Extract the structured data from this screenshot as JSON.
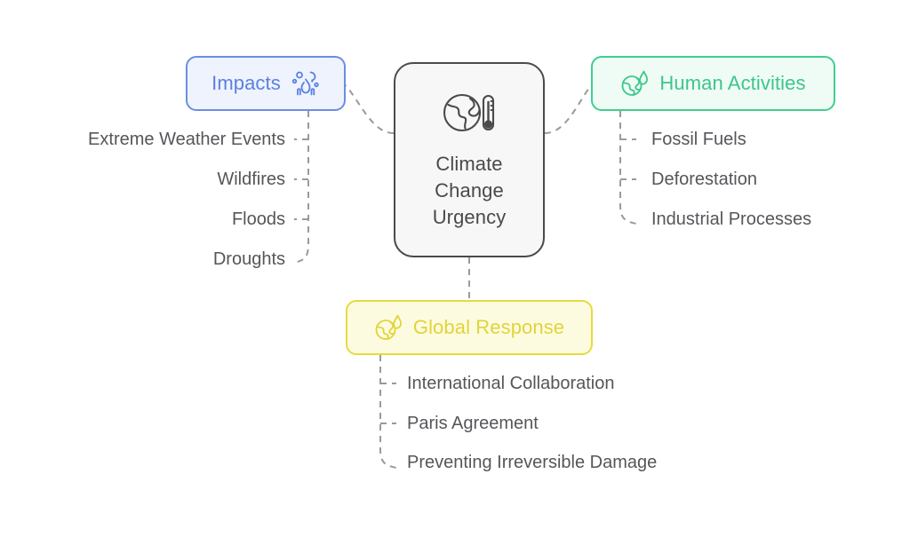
{
  "diagram": {
    "type": "mind-map",
    "background_color": "#ffffff",
    "center": {
      "id": "climate-change-urgency",
      "lines": [
        "Climate",
        "Change",
        "Urgency"
      ],
      "text": "Climate Change Urgency",
      "icon": "globe-thermometer-icon",
      "border_color": "#4a4a4a",
      "fill_color": "#f7f7f7",
      "text_color": "#4a4a4a"
    },
    "branches": [
      {
        "id": "impacts",
        "label": "Impacts",
        "icon": "fire-droplets-icon",
        "position": "left",
        "border_color": "#6b8ee3",
        "fill_color": "#eef3fd",
        "text_color": "#5b7fe4",
        "children": [
          {
            "label": "Extreme Weather Events"
          },
          {
            "label": "Wildfires"
          },
          {
            "label": "Floods"
          },
          {
            "label": "Droughts"
          }
        ]
      },
      {
        "id": "human-activities",
        "label": "Human Activities",
        "icon": "globe-flame-icon",
        "position": "right",
        "border_color": "#3ecf8e",
        "fill_color": "#effbf5",
        "text_color": "#3cc68a",
        "children": [
          {
            "label": "Fossil Fuels"
          },
          {
            "label": "Deforestation"
          },
          {
            "label": "Industrial Processes"
          }
        ]
      },
      {
        "id": "global-response",
        "label": "Global Response",
        "icon": "globe-flame-icon",
        "position": "bottom",
        "border_color": "#e6db3c",
        "fill_color": "#fdfbdf",
        "text_color": "#e0d43a",
        "children": [
          {
            "label": "International Collaboration"
          },
          {
            "label": "Paris Agreement"
          },
          {
            "label": "Preventing Irreversible Damage"
          }
        ]
      }
    ],
    "connector_style": {
      "color": "#9a9a9a",
      "dash": "7 6",
      "width": 2
    }
  }
}
